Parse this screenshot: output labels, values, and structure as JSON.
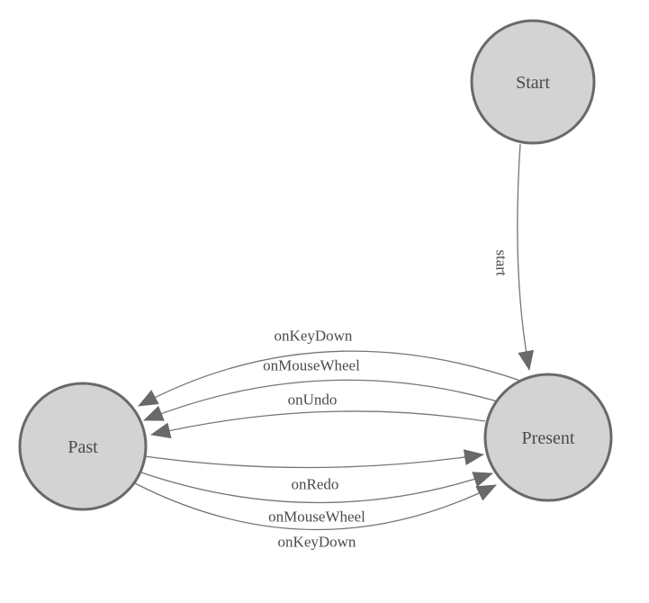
{
  "diagram": {
    "colors": {
      "background": "#ffffff",
      "node_fill": "#d3d3d3",
      "node_border": "#696969",
      "edge": "#757575",
      "arrow": "#696969",
      "text": "#4a4a4a"
    },
    "nodes": {
      "start": {
        "label": "Start"
      },
      "present": {
        "label": "Present"
      },
      "past": {
        "label": "Past"
      }
    },
    "edges": {
      "start_to_present": {
        "label": "start"
      },
      "present_to_past": [
        {
          "label": "onKeyDown"
        },
        {
          "label": "onMouseWheel"
        },
        {
          "label": "onUndo"
        }
      ],
      "past_to_present": [
        {
          "label": "onRedo"
        },
        {
          "label": "onMouseWheel"
        },
        {
          "label": "onKeyDown"
        }
      ]
    }
  }
}
